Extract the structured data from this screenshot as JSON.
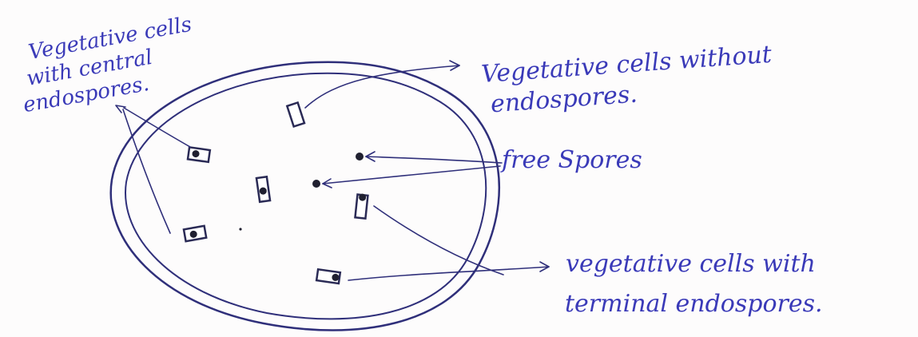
{
  "labels": {
    "central": [
      "Vegetative cells",
      "with central",
      "endospores."
    ],
    "without": [
      "Vegetative cells without",
      "endospores."
    ],
    "free": "free Spores",
    "terminal": [
      "vegetative cells with",
      "terminal endospores."
    ]
  },
  "colors": {
    "ink": "#3a3ab8",
    "outline": "#2f2f7a",
    "background": "#fdfcfc"
  }
}
